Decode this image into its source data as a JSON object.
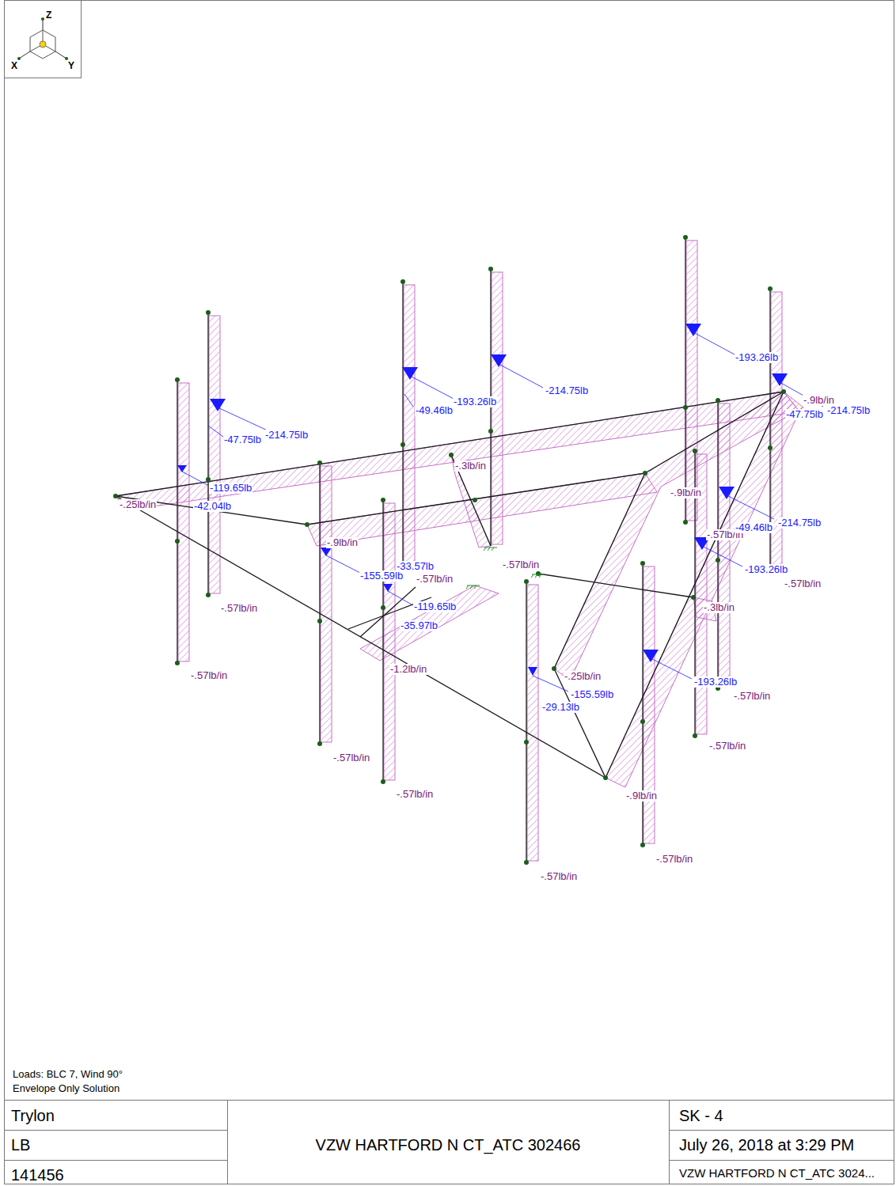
{
  "diagram": {
    "labels": [
      "Z",
      "X",
      "Y",
      "-193.26lb",
      "-214.75lb",
      "-49.46lb",
      "-193.26lb",
      "-47.75lb",
      "-214.75lb",
      "-47.75lb",
      "-.9lb/in",
      "-214.75lb",
      "-119.65lb",
      "-42.04lb",
      "-.25lb/in",
      "-.3lb/in",
      "-.9lb/in",
      "-.57lb/in",
      "-49.46lb",
      "-214.75lb",
      "-.9lb/in",
      "-.57lb/in",
      "-33.57lb",
      "-155.59lb",
      "-.57lb/in",
      "-193.26lb",
      "-.57lb/in",
      "-119.65lb",
      "-.3lb/in",
      "-.57lb/in",
      "-35.97lb",
      "-1.2lb/in",
      "-.57lb/in",
      "-.25lb/in",
      "-193.26lb",
      "-155.59lb",
      "-.57lb/in",
      "-29.13lb",
      "-.57lb/in",
      "-.57lb/in",
      "-.57lb/in",
      "-.9lb/in",
      "-.57lb/in",
      "-.57lb/in",
      "Loads: BLC 7, Wind 90°",
      "Envelope Only Solution",
      "Trylon",
      "LB",
      "141456",
      "VZW HARTFORD N CT_ATC 302466",
      "SK - 4",
      "July 26, 2018 at 3:29 PM",
      "VZW HARTFORD N CT_ATC 3024..."
    ]
  }
}
